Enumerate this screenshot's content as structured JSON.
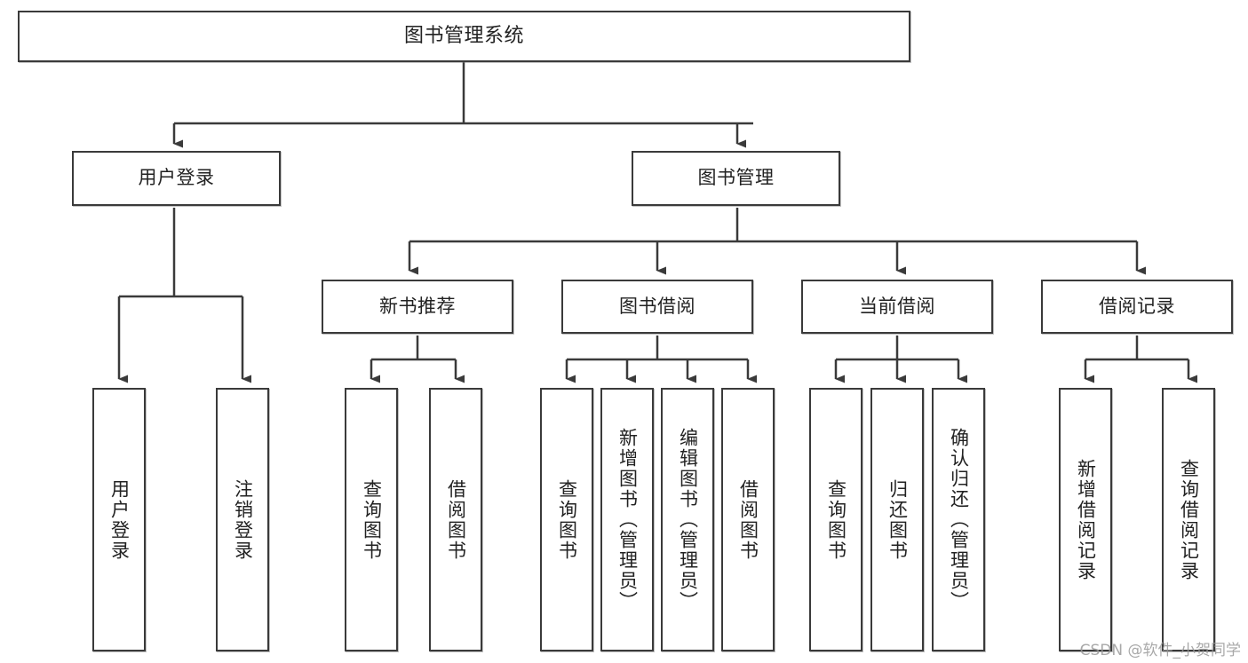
{
  "diagram": {
    "title": "图书管理系统",
    "type": "hierarchy-tree",
    "watermark": "CSDN @软件_小贺同学",
    "colors": {
      "stroke": "#3a3a3a",
      "fill": "#ffffff",
      "text": "#222222",
      "watermark": "#9a9a9a"
    },
    "nodes": {
      "root": {
        "label": "图书管理系统"
      },
      "level2": [
        {
          "id": "user-login",
          "label": "用户登录"
        },
        {
          "id": "book-manage",
          "label": "图书管理"
        }
      ],
      "level3": [
        {
          "id": "new-book-recommend",
          "label": "新书推荐"
        },
        {
          "id": "book-borrow",
          "label": "图书借阅"
        },
        {
          "id": "current-borrow",
          "label": "当前借阅"
        },
        {
          "id": "borrow-record",
          "label": "借阅记录"
        }
      ],
      "leaves": {
        "user-login": [
          {
            "id": "leaf-user-login",
            "label": "用户登录"
          },
          {
            "id": "leaf-logout-login",
            "label": "注销登录"
          }
        ],
        "new-book-recommend": [
          {
            "id": "leaf-query-book-1",
            "label": "查询图书"
          },
          {
            "id": "leaf-borrow-book-1",
            "label": "借阅图书"
          }
        ],
        "book-borrow": [
          {
            "id": "leaf-query-book-2",
            "label": "查询图书"
          },
          {
            "id": "leaf-add-book",
            "label": "新增图书（管理员）"
          },
          {
            "id": "leaf-edit-book",
            "label": "编辑图书（管理员）"
          },
          {
            "id": "leaf-borrow-book-2",
            "label": "借阅图书"
          }
        ],
        "current-borrow": [
          {
            "id": "leaf-query-book-3",
            "label": "查询图书"
          },
          {
            "id": "leaf-return-book",
            "label": "归还图书"
          },
          {
            "id": "leaf-confirm-return",
            "label": "确认归还（管理员）"
          }
        ],
        "borrow-record": [
          {
            "id": "leaf-add-record",
            "label": "新增借阅记录"
          },
          {
            "id": "leaf-query-record",
            "label": "查询借阅记录"
          }
        ]
      }
    }
  }
}
